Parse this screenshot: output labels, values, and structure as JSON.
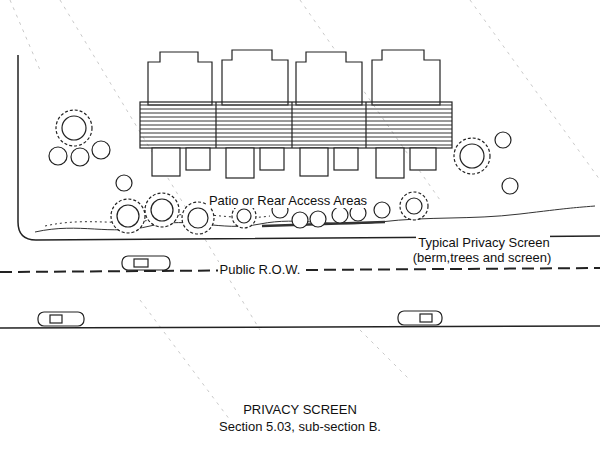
{
  "diagram": {
    "title": "PRIVACY SCREEN",
    "caption": "Section 5.03, sub-section B.",
    "labels": [
      "Patio or Rear Access Areas",
      "Typical Privacy Screen (berm,trees and screen)",
      "Public R.O.W."
    ]
  }
}
